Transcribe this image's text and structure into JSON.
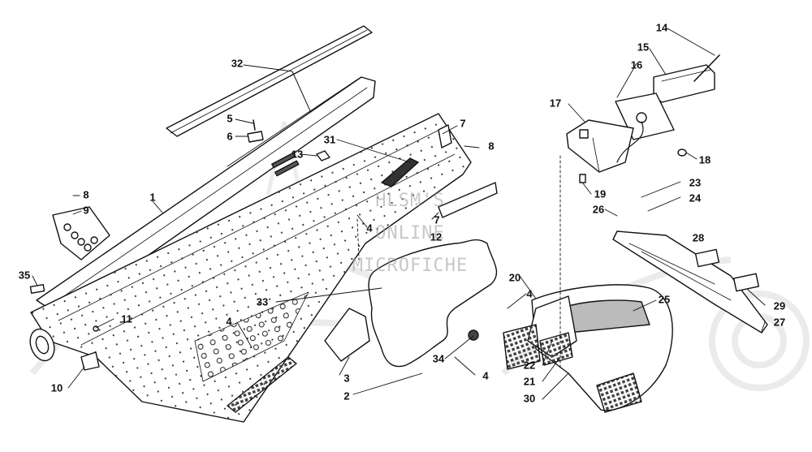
{
  "diagram": {
    "watermark": [
      "HLSM'S",
      "ONLINE",
      "MICROFICHE"
    ],
    "callouts": [
      {
        "id": "c32",
        "text": "32"
      },
      {
        "id": "c5",
        "text": "5"
      },
      {
        "id": "c6",
        "text": "6"
      },
      {
        "id": "c31",
        "text": "31"
      },
      {
        "id": "c7a",
        "text": "7"
      },
      {
        "id": "c8a",
        "text": "8"
      },
      {
        "id": "c13",
        "text": "13"
      },
      {
        "id": "c8b",
        "text": "8"
      },
      {
        "id": "c9",
        "text": "9"
      },
      {
        "id": "c1",
        "text": "1"
      },
      {
        "id": "c4a",
        "text": "4"
      },
      {
        "id": "c7b",
        "text": "7"
      },
      {
        "id": "c12",
        "text": "12"
      },
      {
        "id": "c35",
        "text": "35"
      },
      {
        "id": "c11",
        "text": "11"
      },
      {
        "id": "c4b",
        "text": "4"
      },
      {
        "id": "c33",
        "text": "33"
      },
      {
        "id": "c10",
        "text": "10"
      },
      {
        "id": "c3",
        "text": "3"
      },
      {
        "id": "c2",
        "text": "2"
      },
      {
        "id": "c34",
        "text": "34"
      },
      {
        "id": "c4c",
        "text": "4"
      },
      {
        "id": "c20",
        "text": "20"
      },
      {
        "id": "c4d",
        "text": "4"
      },
      {
        "id": "c14",
        "text": "14"
      },
      {
        "id": "c15",
        "text": "15"
      },
      {
        "id": "c16",
        "text": "16"
      },
      {
        "id": "c17",
        "text": "17"
      },
      {
        "id": "c18",
        "text": "18"
      },
      {
        "id": "c19",
        "text": "19"
      },
      {
        "id": "c23",
        "text": "23"
      },
      {
        "id": "c24",
        "text": "24"
      },
      {
        "id": "c26",
        "text": "26"
      },
      {
        "id": "c28",
        "text": "28"
      },
      {
        "id": "c25",
        "text": "25"
      },
      {
        "id": "c29",
        "text": "29"
      },
      {
        "id": "c27",
        "text": "27"
      },
      {
        "id": "c22",
        "text": "22"
      },
      {
        "id": "c21",
        "text": "21"
      },
      {
        "id": "c30",
        "text": "30"
      }
    ]
  }
}
